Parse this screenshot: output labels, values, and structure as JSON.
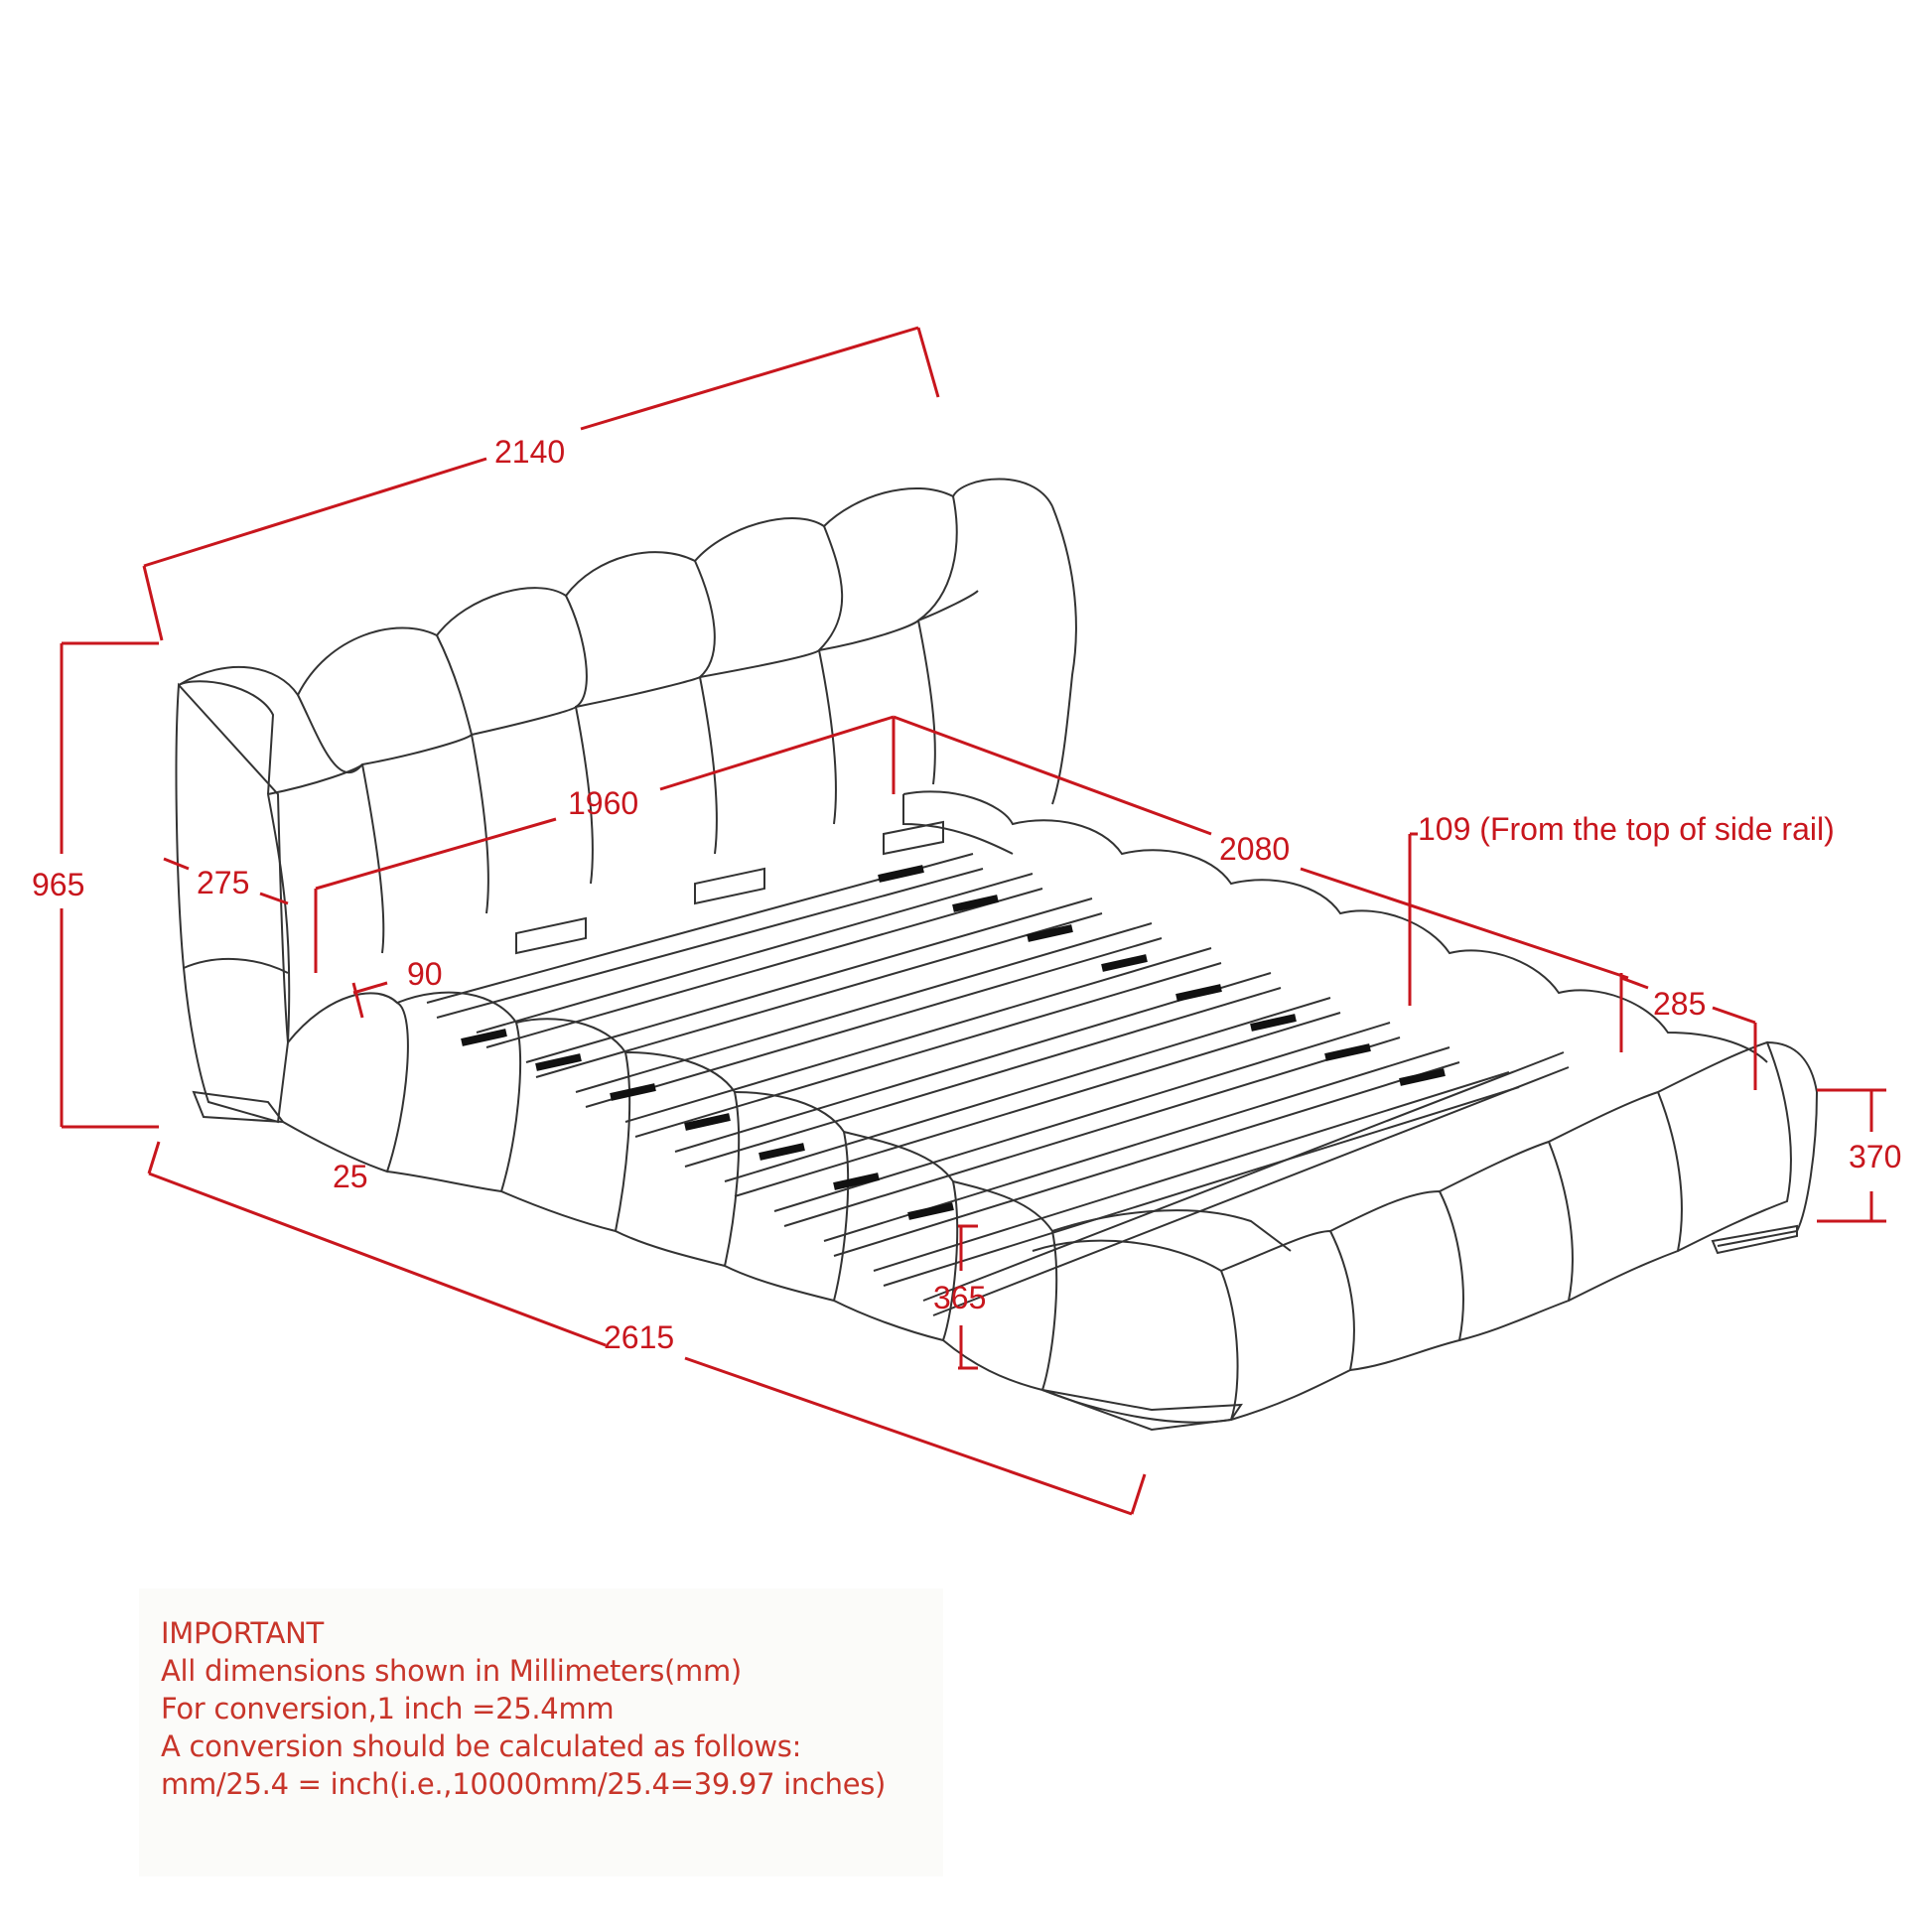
{
  "diagram": {
    "subject": "Tufted upholstered platform bed with slatted base",
    "unit": "mm",
    "colors": {
      "dimension": "#c8161d",
      "note_text": "#c8352a",
      "outline": "#333333",
      "background": "#ffffff"
    },
    "dimensions": {
      "headboard_width": "2140",
      "overall_height": "965",
      "headboard_depth": "275",
      "inner_width": "1960",
      "inner_length": "2080",
      "slat_offset": "109 (From the top of side rail)",
      "side_rail_depth": "285",
      "gap_90": "90",
      "gap_25": "25",
      "side_rail_height": "370",
      "front_rail_height": "365",
      "overall_length": "2615"
    }
  },
  "note": {
    "title": "IMPORTANT",
    "lines": [
      "All dimensions shown in Millimeters(mm)",
      "For conversion,1 inch =25.4mm",
      "A conversion should be calculated as follows:",
      "mm/25.4 = inch(i.e.,10000mm/25.4=39.97 inches)"
    ]
  }
}
